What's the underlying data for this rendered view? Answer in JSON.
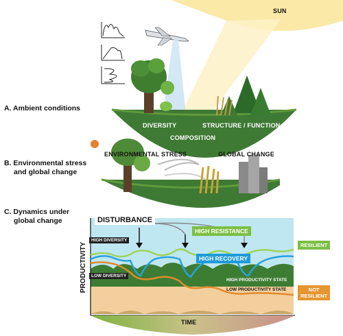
{
  "sun_label": "SUN",
  "sections": {
    "a": "A. Ambient conditions",
    "b_line1": "B. Environmental stress",
    "b_line2": "and global change",
    "c_line1": "C. Dynamics under",
    "c_line2": "global change"
  },
  "panel_a": {
    "diversity": "DIVERSITY",
    "structure_function": "STRUCTURE / FUNCTION",
    "composition": "COMPOSITION"
  },
  "panel_b": {
    "environmental_stress": "ENVIRONMENTAL STRESS",
    "global_change": "GLOBAL CHANGE"
  },
  "panel_c": {
    "disturbance": "DISTURBANCE",
    "high_resistance": "HIGH RESISTANCE",
    "high_recovery": "HIGH RECOVERY",
    "high_diversity": "HIGH DIVERSITY",
    "low_diversity": "LOW DIVERSITY",
    "resilient": "RESILIENT",
    "not_resilient_1": "NOT",
    "not_resilient_2": "RESILIENT",
    "high_productivity_state": "HIGH PRODUCTIVITY STATE",
    "low_productivity_state": "LOW PRODUCTIVITY STATE",
    "y_axis": "PRODUCTIVITY",
    "x_axis": "TIME"
  },
  "colors": {
    "sun": "#fbe9a8",
    "ground": "#3e7a34",
    "sky": "#bfe7f2",
    "green_line": "#9ed35a",
    "blue_line": "#2aa1dc",
    "orange_line": "#e08a2c",
    "soil": "#f2cf9c"
  }
}
